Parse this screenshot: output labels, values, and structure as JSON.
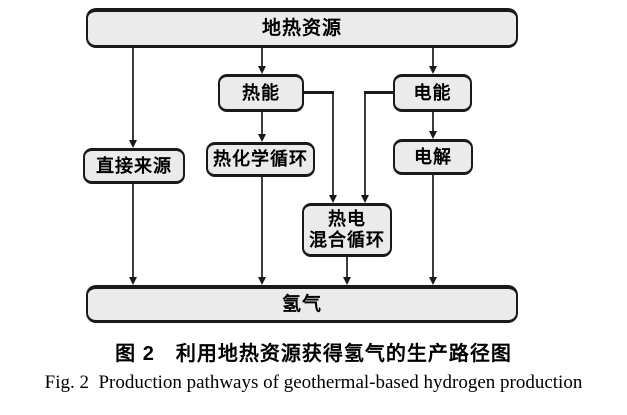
{
  "figure": {
    "nodes": {
      "geothermal": "地热资源",
      "heat": "热能",
      "electric": "电能",
      "direct": "直接来源",
      "thermochemical": "热化学循环",
      "electrolysis": "电解",
      "hybrid_line1": "热电",
      "hybrid_line2": "混合循环",
      "hydrogen": "氢气"
    },
    "caption_zh": "图 2　利用地热资源获得氢气的生产路径图",
    "caption_en": "Fig. 2  Production pathways of geothermal-based hydrogen production",
    "colors": {
      "background": "#ffffff",
      "box_fill": "#ebebeb",
      "box_border": "#1a1a1a",
      "connector": "#3d3d3d"
    }
  }
}
